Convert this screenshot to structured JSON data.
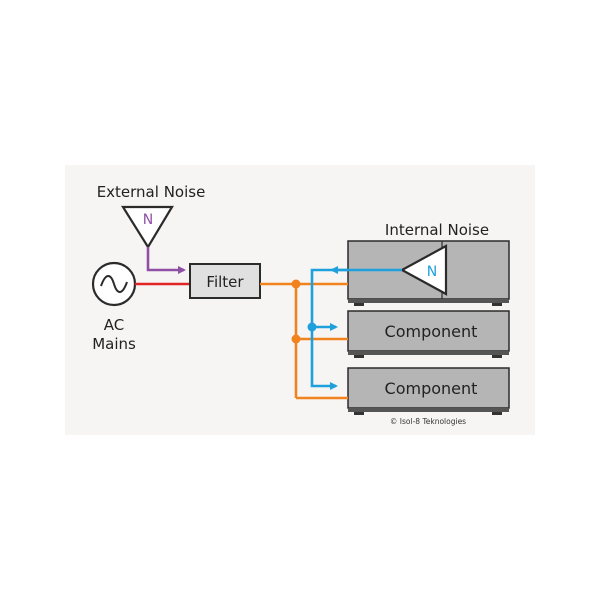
{
  "diagram": {
    "external_noise_label": "External Noise",
    "internal_noise_label": "Internal Noise",
    "noise_symbol": "N",
    "ac_label_line1": "AC",
    "ac_label_line2": "Mains",
    "filter_label": "Filter",
    "component_1_label": "Component",
    "component_2_label": "Component",
    "copyright": "© Isol-8 Teknologies",
    "icons": [
      "ac-source-icon",
      "noise-source-icon"
    ]
  },
  "colors": {
    "background_panel": "#f7f5f4",
    "chassis_fill": "#b5b5b5",
    "power_line": "#e12424",
    "external_noise_line": "#8f4fa5",
    "filtered_power_line": "#f0831e",
    "internal_noise_line": "#1ea0dc",
    "outline": "#2b2b2b"
  }
}
